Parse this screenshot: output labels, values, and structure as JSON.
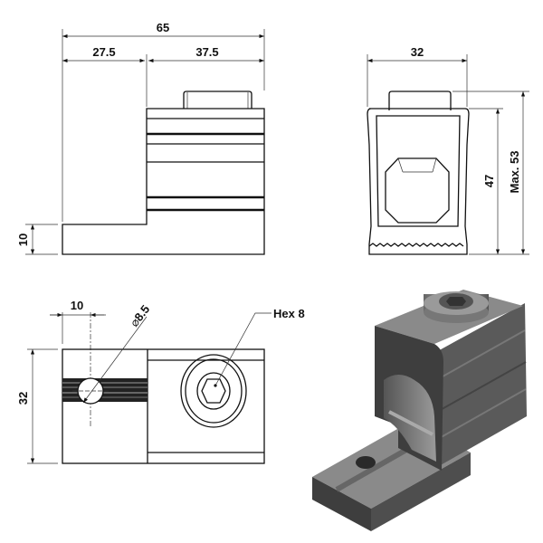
{
  "front_view": {
    "overall_width": "65",
    "base_offset": "27.5",
    "body_width": "37.5",
    "base_height": "10"
  },
  "side_view": {
    "width": "32",
    "body_height": "47",
    "max_height": "Max. 53"
  },
  "top_view": {
    "hole_offset": "10",
    "hole_diameter": "8.5",
    "depth": "32",
    "screw_label": "Hex 8"
  },
  "colors": {
    "line": "#111111",
    "iso_top": "#8a8a8a",
    "iso_side": "#5a5a5a",
    "iso_front": "#3e3e3e"
  }
}
